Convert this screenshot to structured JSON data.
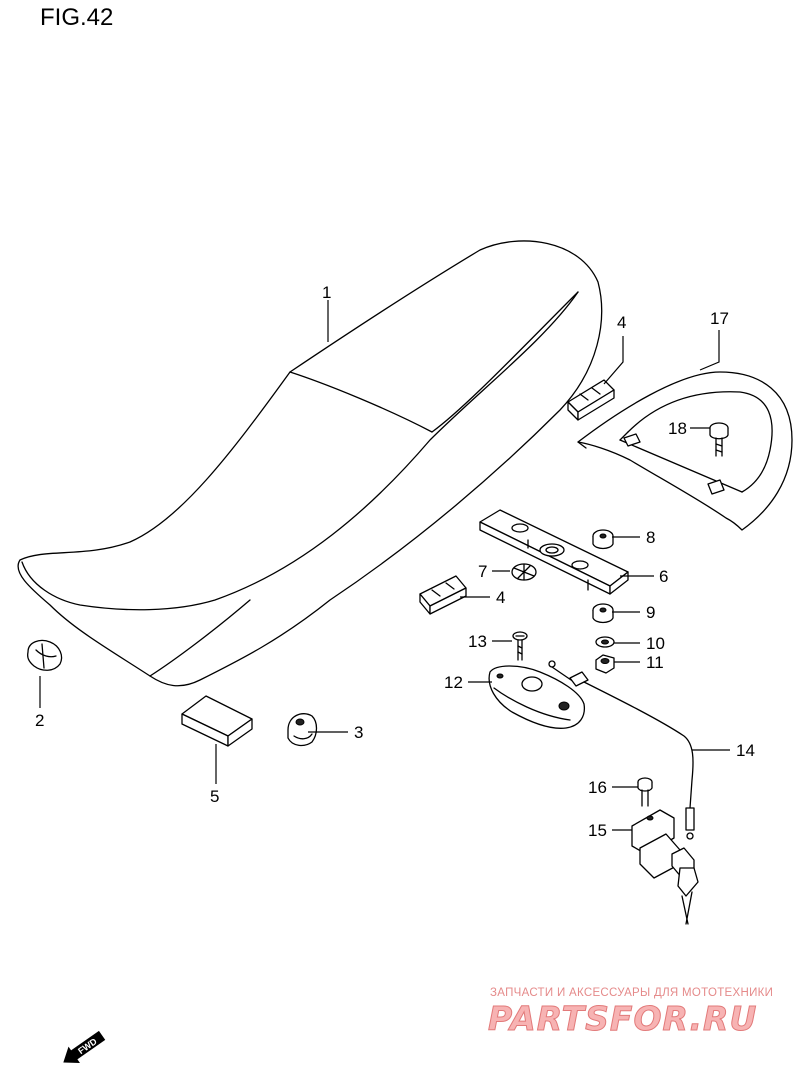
{
  "figure": {
    "title": "FIG.42"
  },
  "callouts": [
    {
      "id": "1",
      "label": "1"
    },
    {
      "id": "2",
      "label": "2"
    },
    {
      "id": "3",
      "label": "3"
    },
    {
      "id": "4a",
      "label": "4"
    },
    {
      "id": "4b",
      "label": "4"
    },
    {
      "id": "5",
      "label": "5"
    },
    {
      "id": "6",
      "label": "6"
    },
    {
      "id": "7",
      "label": "7"
    },
    {
      "id": "8",
      "label": "8"
    },
    {
      "id": "9",
      "label": "9"
    },
    {
      "id": "10",
      "label": "10"
    },
    {
      "id": "11",
      "label": "11"
    },
    {
      "id": "12",
      "label": "12"
    },
    {
      "id": "13",
      "label": "13"
    },
    {
      "id": "14",
      "label": "14"
    },
    {
      "id": "15",
      "label": "15"
    },
    {
      "id": "16",
      "label": "16"
    },
    {
      "id": "17",
      "label": "17"
    },
    {
      "id": "18",
      "label": "18"
    }
  ],
  "direction_badge": {
    "label": "FWD",
    "icon": "arrow-left-icon"
  },
  "watermark": {
    "tagline": "ЗАПЧАСТИ И АКСЕССУАРЫ ДЛЯ МОТОТЕХНИКИ",
    "brand": "PARTSFOR.RU",
    "colors": {
      "text": "#e58a8a",
      "fill": "#f7b3b3"
    }
  }
}
